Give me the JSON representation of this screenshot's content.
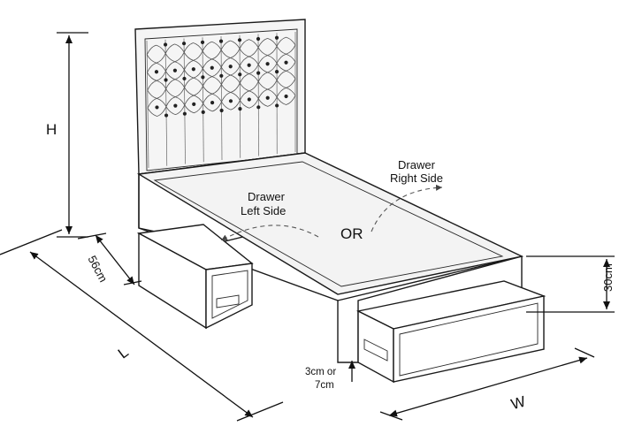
{
  "labels": {
    "height": "H",
    "length": "L",
    "width": "W",
    "drawer_depth": "56cm",
    "drawer_height": "30cm",
    "clearance_line1": "3cm or",
    "clearance_line2": "7cm",
    "drawer_left_line1": "Drawer",
    "drawer_left_line2": "Left Side",
    "drawer_right_line1": "Drawer",
    "drawer_right_line2": "Right Side",
    "or": "OR"
  },
  "colors": {
    "outline": "#1a1a1a",
    "headboard_fill": "#f4f4f4",
    "mattress_fill": "#f2f2f2",
    "base_fill": "#ffffff"
  }
}
